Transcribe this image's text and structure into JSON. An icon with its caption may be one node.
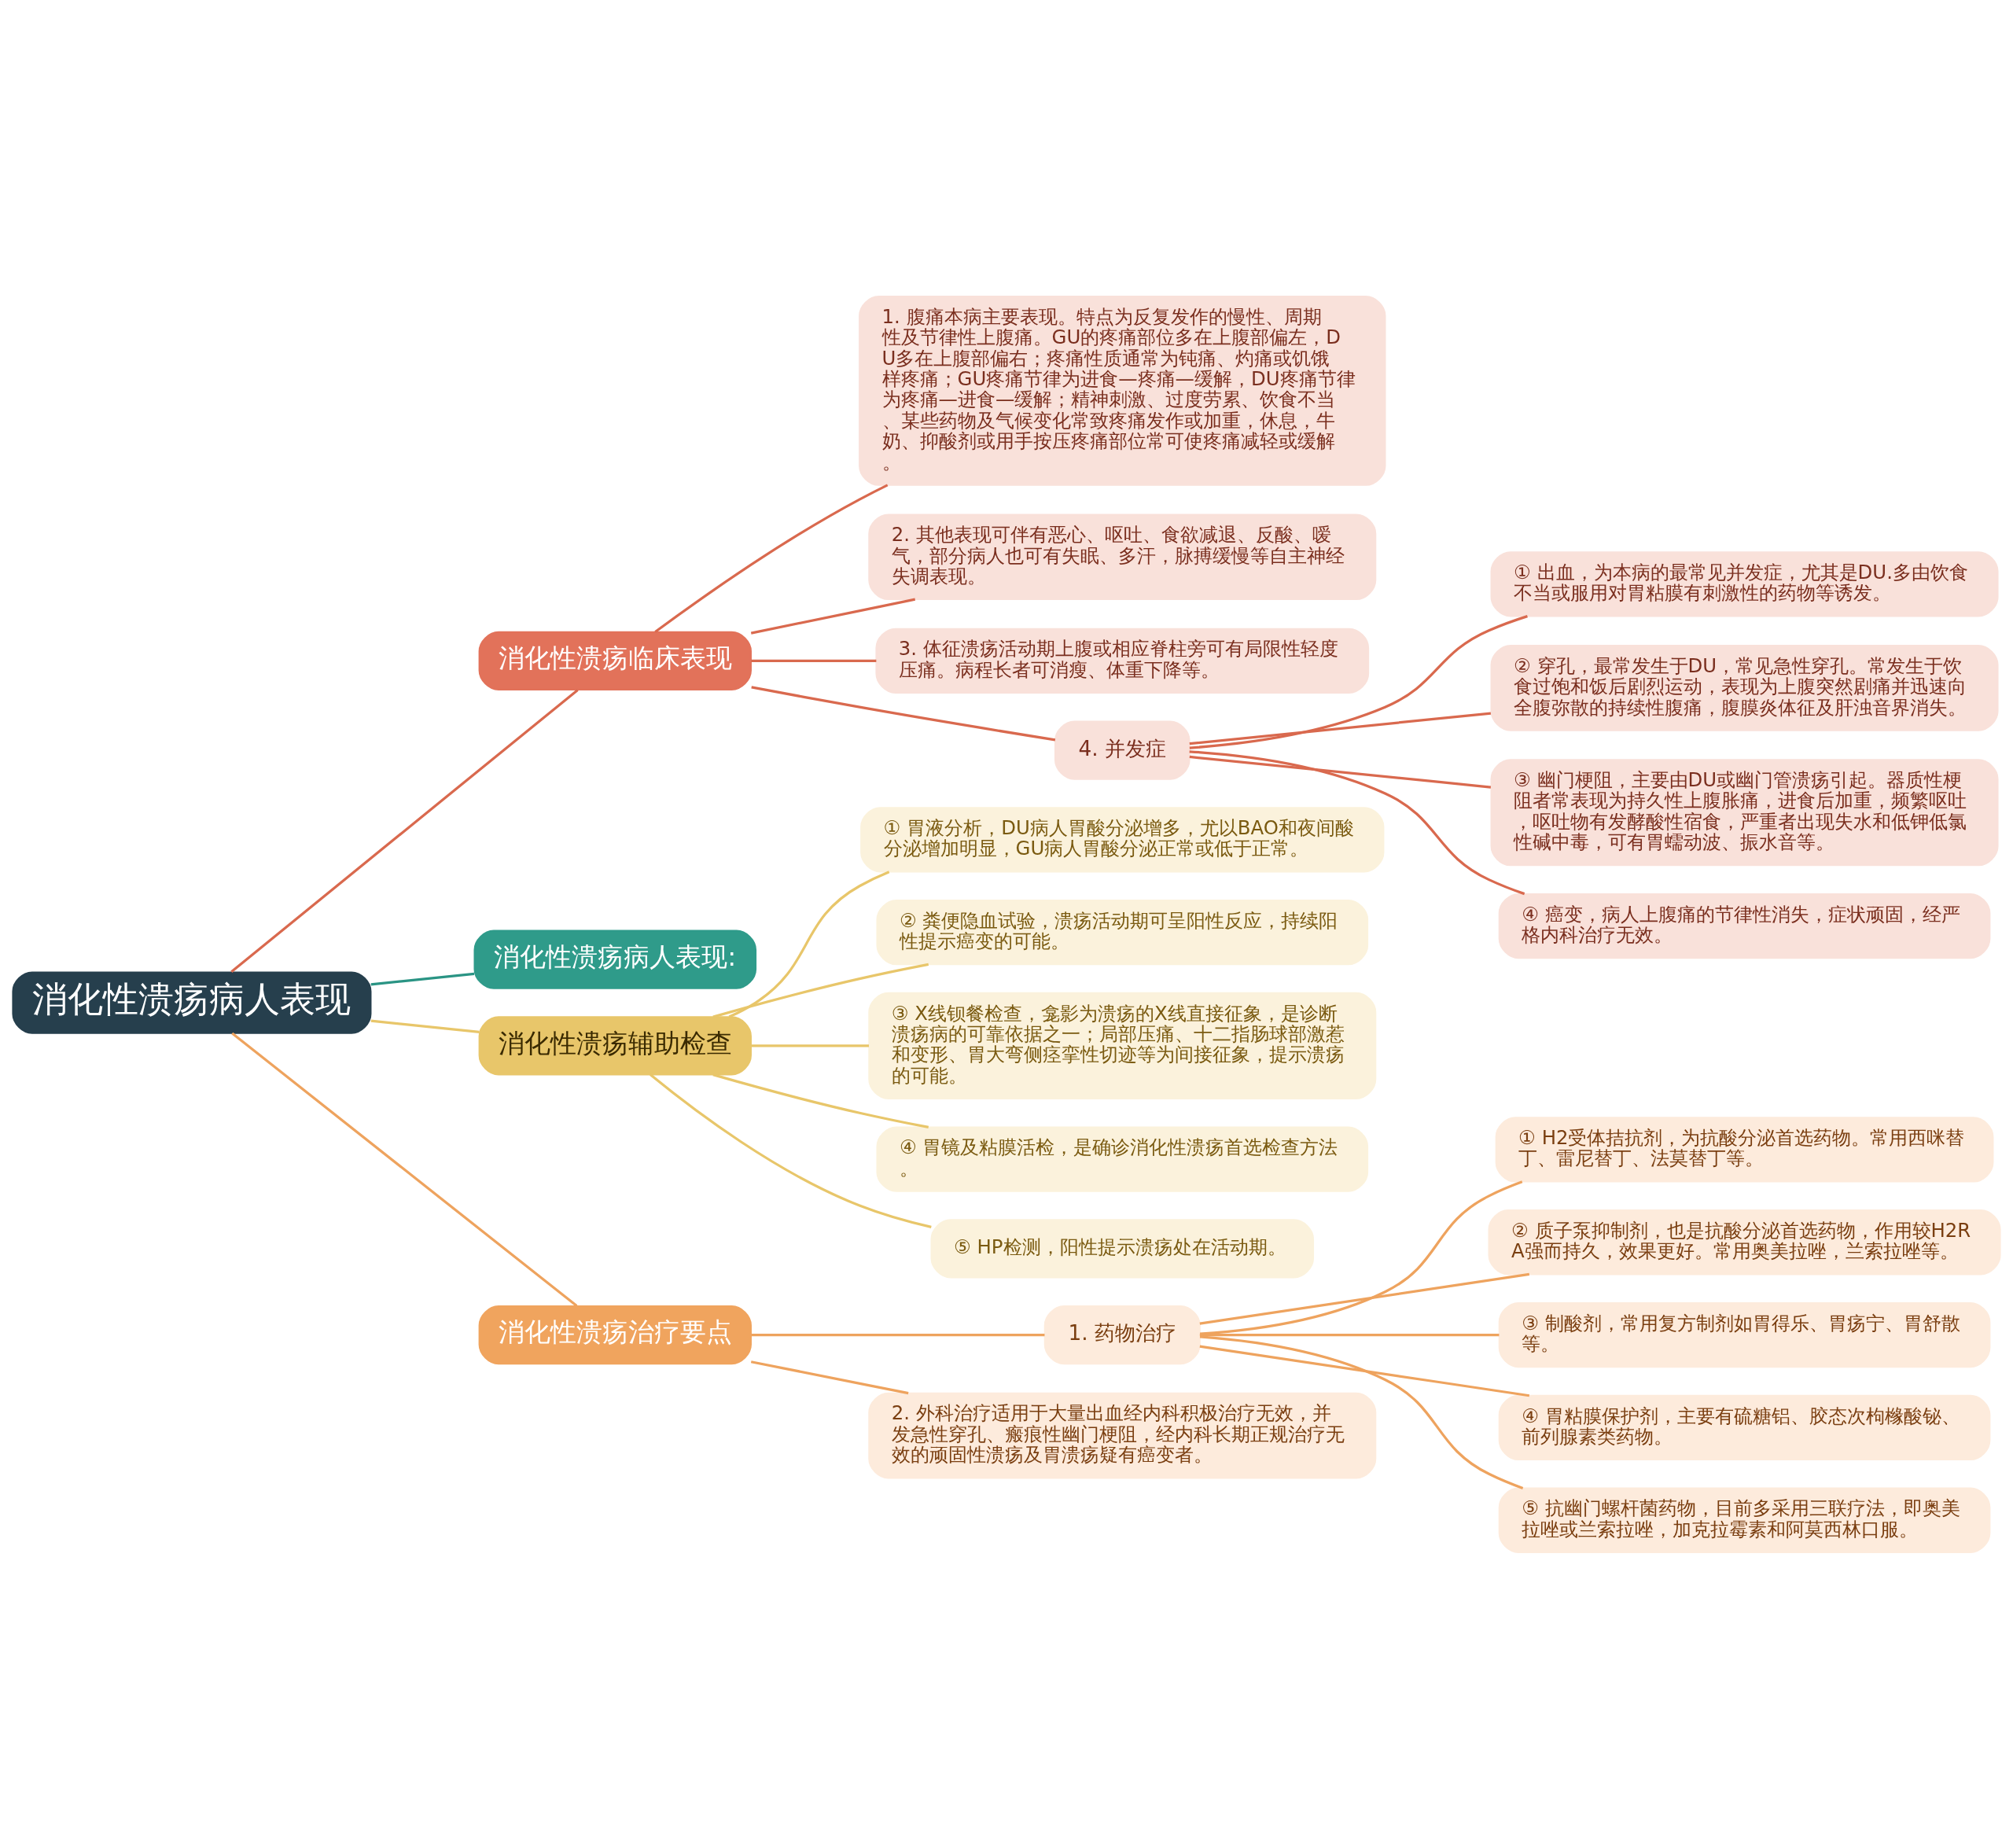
{
  "diagram": {
    "nodes": [
      {
        "text": [
          "消化性溃疡病人表现"
        ]
      },
      {
        "text": [
          "消化性溃疡临床表现"
        ]
      },
      {
        "text": [
          "1. 腹痛本病主要表现。特点为反复发作的慢性、周期性及节律性上腹痛。GU的疼痛部位多在上腹部偏左，DU多在上腹部偏右；疼痛性质通常为钝痛、灼痛或饥饿样疼痛；GU疼痛节律为进食—疼痛—缓解，DU疼痛节律为疼痛—进食—缓解；精神刺激、过度劳累、饮食不当、某些药物及气候变化常致疼痛发作或加重，休息，牛奶、抑酸剂或用手按压疼痛部位常可使疼痛减轻或缓解。"
        ]
      },
      {
        "text": [
          "2. 其他表现可伴有恶心、呕吐、食欲减退、反酸、嗳气，部分病人也可有失眠、多汗，脉搏缓慢等自主神经失调表现。"
        ]
      },
      {
        "text": [
          "3. 体征溃疡活动期上腹或相应脊柱旁可有局限性轻度压痛。病程长者可消瘦、体重下降等。"
        ]
      },
      {
        "text": [
          "4. 并发症"
        ]
      },
      {
        "text": [
          "① 出血，为本病的最常见并发症，尤其是DU.多由饮食不当或服用对胃粘膜有刺激性的药物等诱发。"
        ]
      },
      {
        "text": [
          "② 穿孔，最常发生于DU，常见急性穿孔。常发生于饮食过饱和饭后剧烈运动，表现为上腹突然剧痛并迅速向全腹弥散的持续性腹痛，腹膜炎体征及肝浊音界消失。"
        ]
      },
      {
        "text": [
          "③ 幽门梗阻，主要由DU或幽门管溃疡引起。器质性梗阻者常表现为持久性上腹胀痛，进食后加重，频繁呕吐，呕吐物有发酵酸性宿食，严重者出现失水和低钾低氯性碱中毒，可有胃蠕动波、振水音等。"
        ]
      },
      {
        "text": [
          "④ 癌变，病人上腹痛的节律性消失，症状顽固，经严格内科治疗无效。"
        ]
      },
      {
        "text": [
          "消化性溃疡病人表现:"
        ]
      },
      {
        "text": [
          "消化性溃疡辅助检查"
        ]
      },
      {
        "text": [
          "① 胃液分析，DU病人胃酸分泌增多，尤以BAO和夜间酸分泌增加明显，GU病人胃酸分泌正常或低于正常。"
        ]
      },
      {
        "text": [
          "② 粪便隐血试验，溃疡活动期可呈阳性反应，持续阳性提示癌变的可能。"
        ]
      },
      {
        "text": [
          "③ X线钡餐检查，龛影为溃疡的X线直接征象，是诊断溃疡病的可靠依据之一；局部压痛、十二指肠球部激惹和变形、胃大弯侧痉挛性切迹等为间接征象，提示溃疡的可能。"
        ]
      },
      {
        "text": [
          "④ 胃镜及粘膜活检，是确诊消化性溃疡首选检查方法。"
        ]
      },
      {
        "text": [
          "⑤ HP检测，阳性提示溃疡处在活动期。"
        ]
      },
      {
        "text": [
          "消化性溃疡治疗要点"
        ]
      },
      {
        "text": [
          "1. 药物治疗"
        ]
      },
      {
        "text": [
          "① H2受体拮抗剂，为抗酸分泌首选药物。常用西咪替丁、雷尼替丁、法莫替丁等。"
        ]
      },
      {
        "text": [
          "② 质子泵抑制剂，也是抗酸分泌首选药物，作用较H2RA强而持久，效果更好。常用奥美拉唑，兰索拉唑等。"
        ]
      },
      {
        "text": [
          "③ 制酸剂，常用复方制剂如胃得乐、胃疡宁、胃舒散等。"
        ]
      },
      {
        "text": [
          "④ 胃粘膜保护剂，主要有硫糖铝、胶态次枸橼酸铋、前列腺素类药物。"
        ]
      },
      {
        "text": [
          "⑤ 抗幽门螺杆菌药物，目前多采用三联疗法，即奥美拉唑或兰索拉唑，加克拉霉素和阿莫西林口服。"
        ]
      },
      {
        "text": [
          "2. 外科治疗适用于大量出血经内科积极治疗无效，并发急性穿孔、瘢痕性幽门梗阻，经内科长期正规治疗无效的顽固性溃疡及胃溃疡疑有癌变者。"
        ]
      }
    ],
    "edges": [
      {
        "from": 0,
        "to": 1,
        "arrow": "none",
        "color": "#d9694e"
      },
      {
        "from": 1,
        "to": 2,
        "arrow": "none",
        "color": "#d9694e"
      },
      {
        "from": 1,
        "to": 3,
        "arrow": "none",
        "color": "#d9694e"
      },
      {
        "from": 1,
        "to": 4,
        "arrow": "none",
        "color": "#d9694e"
      },
      {
        "from": 1,
        "to": 5,
        "arrow": "none",
        "color": "#d9694e"
      },
      {
        "from": 5,
        "to": 6,
        "arrow": "none",
        "color": "#d9694e"
      },
      {
        "from": 5,
        "to": 7,
        "arrow": "none",
        "color": "#d9694e"
      },
      {
        "from": 5,
        "to": 8,
        "arrow": "none",
        "color": "#d9694e"
      },
      {
        "from": 5,
        "to": 9,
        "arrow": "none",
        "color": "#d9694e"
      },
      {
        "from": 0,
        "to": 10,
        "arrow": "none",
        "color": "#2a9484"
      },
      {
        "from": 0,
        "to": 11,
        "arrow": "none",
        "color": "#e8c66a"
      },
      {
        "from": 11,
        "to": 12,
        "arrow": "none",
        "color": "#e8c66a"
      },
      {
        "from": 11,
        "to": 13,
        "arrow": "none",
        "color": "#e8c66a"
      },
      {
        "from": 11,
        "to": 14,
        "arrow": "none",
        "color": "#e8c66a"
      },
      {
        "from": 11,
        "to": 15,
        "arrow": "none",
        "color": "#e8c66a"
      },
      {
        "from": 11,
        "to": 16,
        "arrow": "none",
        "color": "#e8c66a"
      },
      {
        "from": 0,
        "to": 17,
        "arrow": "none",
        "color": "#eea35e"
      },
      {
        "from": 17,
        "to": 18,
        "arrow": "none",
        "color": "#eea35e"
      },
      {
        "from": 18,
        "to": 19,
        "arrow": "none",
        "color": "#eea35e"
      },
      {
        "from": 18,
        "to": 20,
        "arrow": "none",
        "color": "#eea35e"
      },
      {
        "from": 18,
        "to": 21,
        "arrow": "none",
        "color": "#eea35e"
      },
      {
        "from": 18,
        "to": 22,
        "arrow": "none",
        "color": "#eea35e"
      },
      {
        "from": 18,
        "to": 23,
        "arrow": "none",
        "color": "#eea35e"
      },
      {
        "from": 17,
        "to": 24,
        "arrow": "none",
        "color": "#eea35e"
      }
    ]
  }
}
